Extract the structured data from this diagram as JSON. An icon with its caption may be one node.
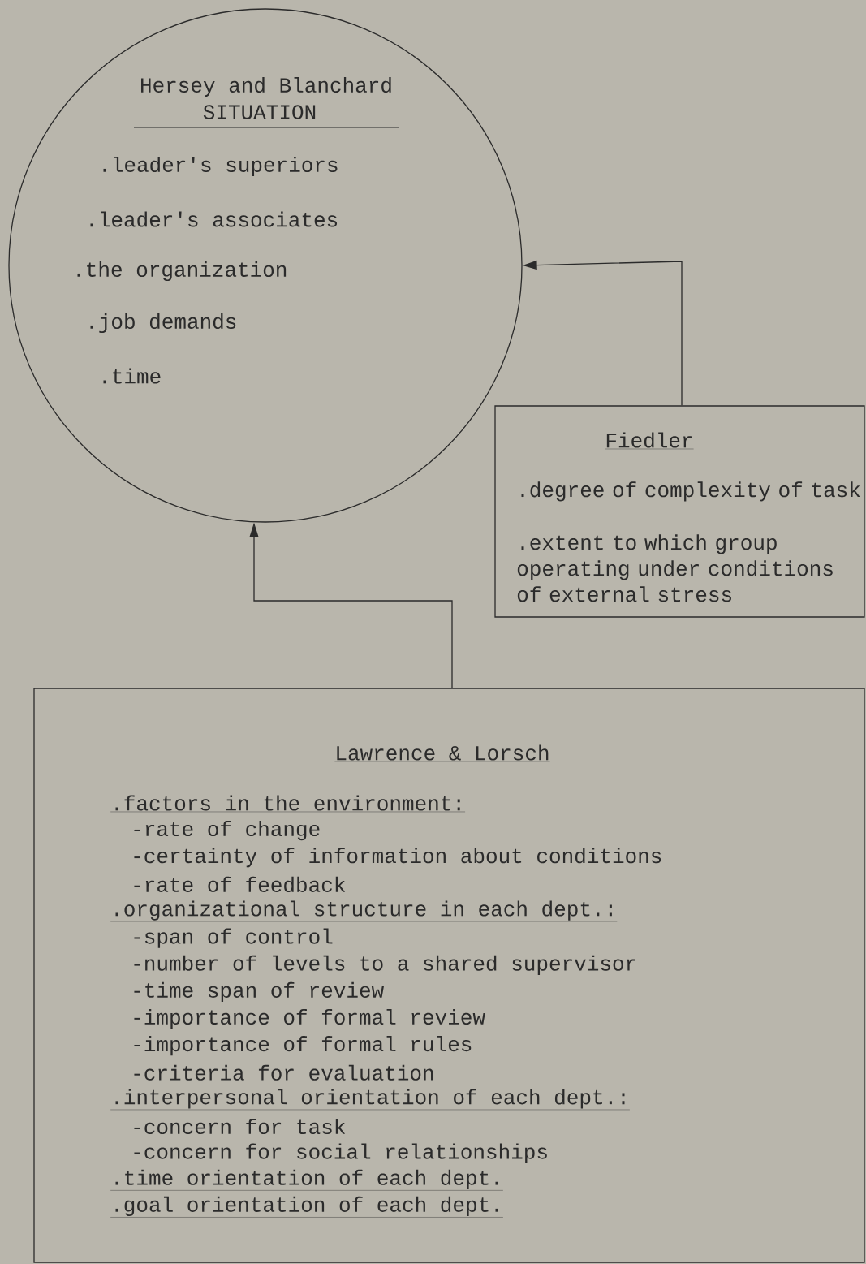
{
  "diagram": {
    "nodes": [
      {
        "text": [
          "Hersey and Blanchard",
          "SITUATION",
          ".leader's superiors",
          ".leader's associates",
          ".the organization",
          ".job demands",
          ".time"
        ]
      },
      {
        "text": [
          "Fiedler",
          ".degree of complexity of task",
          ".extent to which group operating under conditions of external stress"
        ]
      },
      {
        "text": [
          "Lawrence & Lorsch",
          ".factors in the environment:",
          "-rate of change",
          "-certainty of information about conditions",
          "-rate of feedback",
          ".organizational structure in each dept.:",
          "-span of control",
          "-number of levels to a shared supervisor",
          "-time span of review",
          "-importance of formal review",
          "-importance of formal rules",
          "-criteria for evaluation",
          ".interpersonal orientation of each dept.:",
          "-concern for task",
          "-concern for social relationships",
          ".time orientation of each dept.",
          ".goal orientation of each dept."
        ]
      }
    ],
    "edges": [
      {
        "from": 1,
        "to": 0,
        "arrow": "to"
      },
      {
        "from": 2,
        "to": 0,
        "arrow": "to"
      }
    ]
  }
}
